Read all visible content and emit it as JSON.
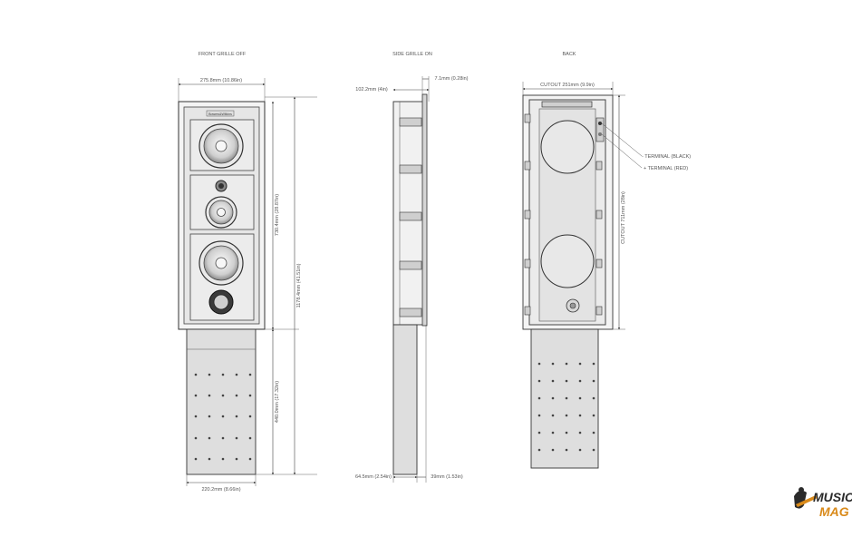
{
  "views": {
    "front": {
      "title": "FRONT GRILLE OFF"
    },
    "side": {
      "title": "SIDE GRILLE ON"
    },
    "back": {
      "title": "BACK"
    }
  },
  "dimensions": {
    "front_width": "275.8mm (10.86in)",
    "front_cab_height": "730.4mm (28.87in)",
    "front_total_height": "1178.4mm (41.51in)",
    "front_ext_height": "440.0mm (17.32in)",
    "front_ext_width": "220.2mm (8.66in)",
    "side_depth": "102.2mm (4in)",
    "side_flange": "7.1mm (0.28in)",
    "side_bottom_depth": "64.5mm (2.54in)",
    "side_bottom_ext": "39mm (1.53in)",
    "back_cutout_width": "CUTOUT 251mm (9.9in)",
    "back_cutout_height": "CUTOUT 711mm (28in)"
  },
  "terminals": {
    "black": "- TERMINAL (BLACK)",
    "red": "+ TERMINAL (RED)"
  },
  "brand_badge": "Bowers&Wilkins",
  "watermark": {
    "part1": "MUSIC",
    "part2": "MAG"
  },
  "colors": {
    "line": "#333333",
    "panel": "#dcdcdc",
    "cabinet": "#f2f2f2",
    "accent": "#d98a1a"
  }
}
